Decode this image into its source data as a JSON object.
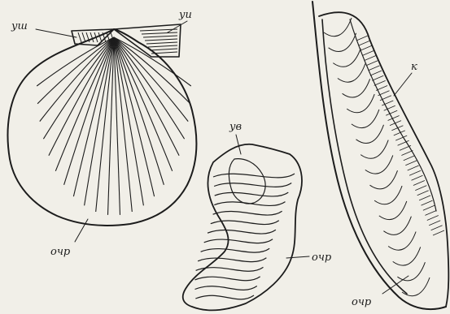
{
  "labels": {
    "scallop_ear_wide": "уш",
    "scallop_ear_narrow": "уи",
    "scallop_margin": "очр",
    "oyster_umbo": "ув",
    "oyster_margin": "очр",
    "mussel_keel": "к",
    "mussel_margin": "очр"
  },
  "colors": {
    "paper": "#f1efe8",
    "ink": "#1c1c1c"
  }
}
